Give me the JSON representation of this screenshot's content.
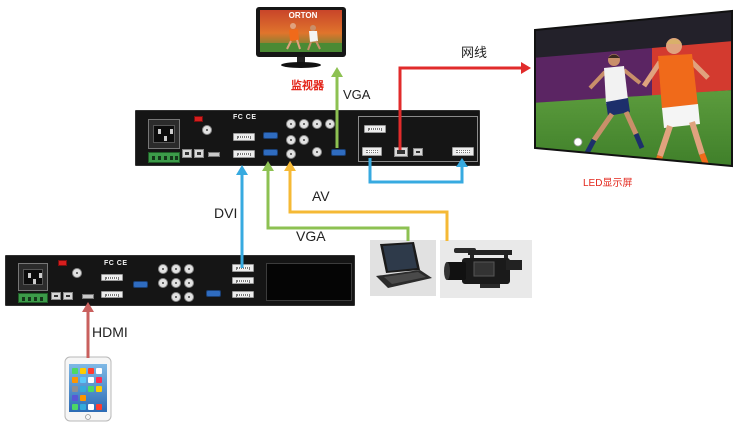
{
  "diagram": {
    "monitor_caption": "监视器",
    "led_screen_caption": "LED显示屏",
    "links": {
      "monitor_vga": "VGA",
      "network_cable": "网线",
      "dvi": "DVI",
      "av": "AV",
      "laptop_vga": "VGA",
      "hdmi": "HDMI"
    }
  },
  "devices": {
    "upper_processor": {
      "cert_mark": "FC CE"
    },
    "lower_processor": {
      "cert_mark": "FC CE"
    }
  },
  "photos": {
    "monitor_banner": "ORTON"
  },
  "colors": {
    "vga": "#8dc152",
    "network": "#e12b2b",
    "dvi": "#37aae0",
    "av": "#f5b935",
    "hdmi": "#c9605e",
    "caption_red": "#e3261b",
    "label_text": "#222222"
  },
  "icons": {
    "monitor": "monitor-icon",
    "led_screen": "led-screen-icon",
    "processor": "video-processor-icon",
    "laptop": "laptop-icon",
    "camcorder": "camcorder-icon",
    "tablet": "tablet-icon"
  }
}
